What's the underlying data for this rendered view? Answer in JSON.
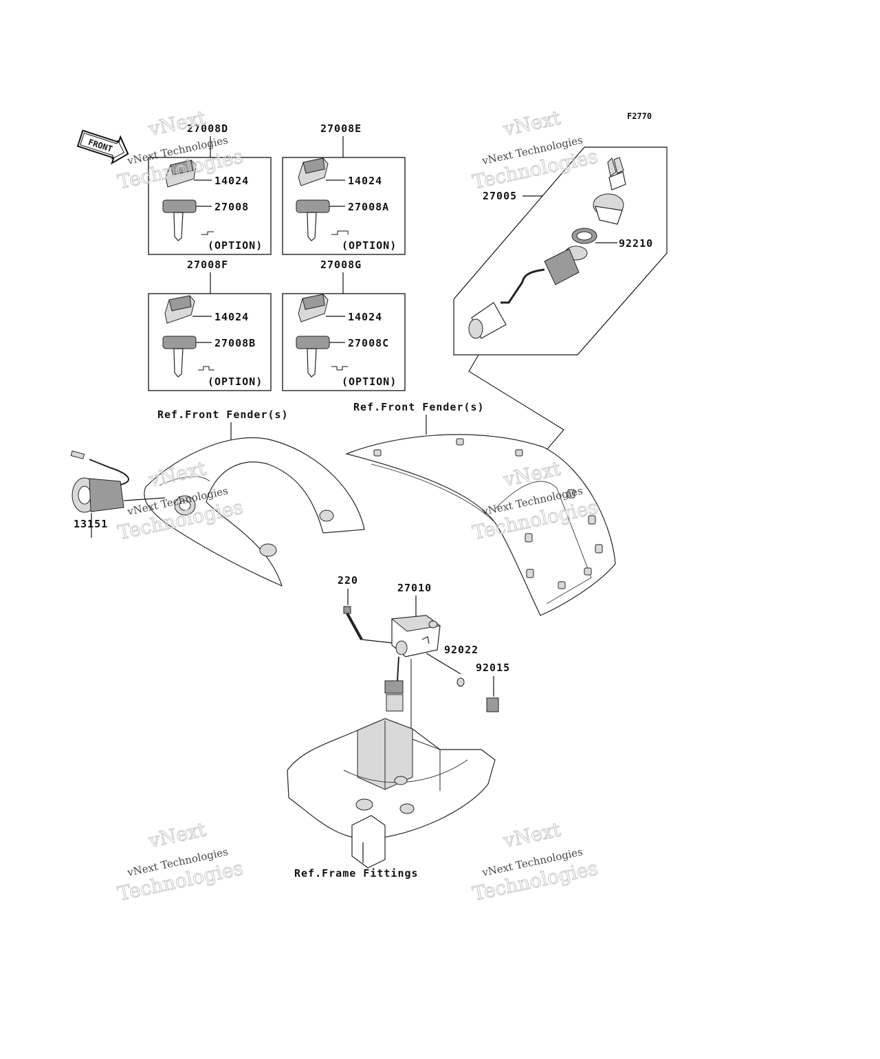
{
  "figure_code": "F2770",
  "front_label": "FRONT",
  "key_sets": [
    {
      "set_no": "27008D",
      "cover_no": "14024",
      "key_no": "27008",
      "option": "(OPTION)"
    },
    {
      "set_no": "27008E",
      "cover_no": "14024",
      "key_no": "27008A",
      "option": "(OPTION)"
    },
    {
      "set_no": "27008F",
      "cover_no": "14024",
      "key_no": "27008B",
      "option": "(OPTION)"
    },
    {
      "set_no": "27008G",
      "cover_no": "14024",
      "key_no": "27008C",
      "option": "(OPTION)"
    }
  ],
  "parts": {
    "ignition_switch": "27005",
    "nut": "92210",
    "socket": "13151",
    "bolt": "220",
    "switch_unit": "27010",
    "washer": "92022",
    "nut_clip": "92015"
  },
  "references": {
    "front_fender_left": "Ref.Front Fender(s)",
    "front_fender_right": "Ref.Front Fender(s)",
    "frame_fittings": "Ref.Frame Fittings"
  },
  "watermark": {
    "line1": "vNext Technologies",
    "line2": "vNext",
    "line3": "Technologies"
  }
}
